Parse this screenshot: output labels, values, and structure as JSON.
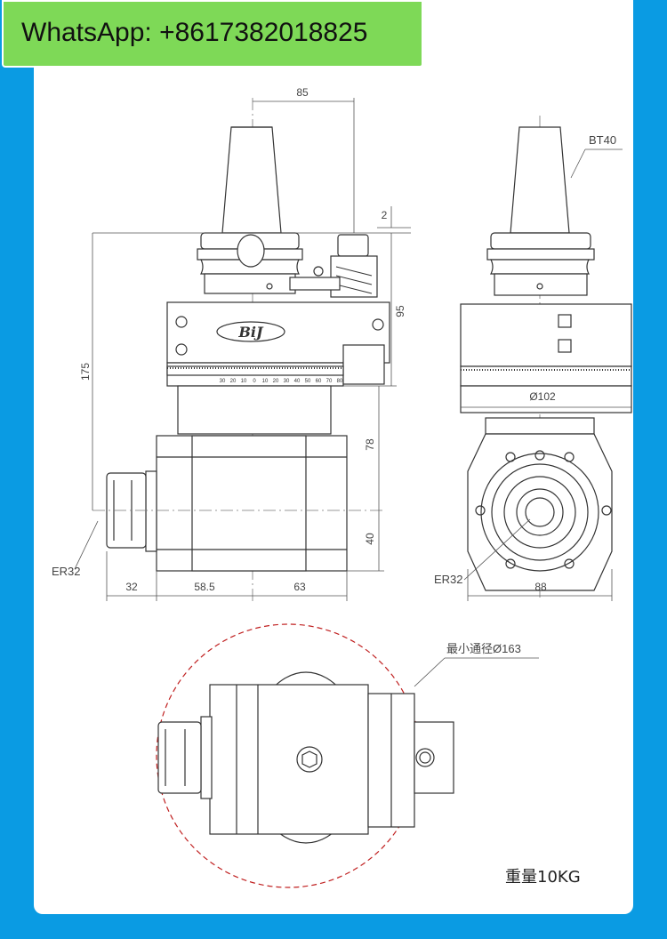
{
  "banner": {
    "text": "WhatsApp: +8617382018825",
    "color": "#7ed957"
  },
  "colors": {
    "background": "#0a9be3",
    "card": "#ffffff",
    "line": "#333333",
    "leader": "#c02020"
  },
  "front_view": {
    "dim_top": "85",
    "dim_small": "2",
    "dim_right_upper": "95",
    "dim_height": "175",
    "dim_right_mid": "78",
    "dim_right_low": "40",
    "dim_bottom": [
      "32",
      "58.5",
      "63"
    ],
    "collet_label": "ER32",
    "logo_text": "BiJ",
    "scale_numbers": [
      "30",
      "20",
      "10",
      "0",
      "10",
      "20",
      "30",
      "40",
      "50",
      "60",
      "70",
      "80"
    ]
  },
  "side_view": {
    "taper_label": "BT40",
    "diameter_label": "Ø102",
    "collet_label": "ER32",
    "width_label": "88"
  },
  "top_view": {
    "min_swing_label": "最小通径Ø163"
  },
  "weight_label": "重量10KG"
}
